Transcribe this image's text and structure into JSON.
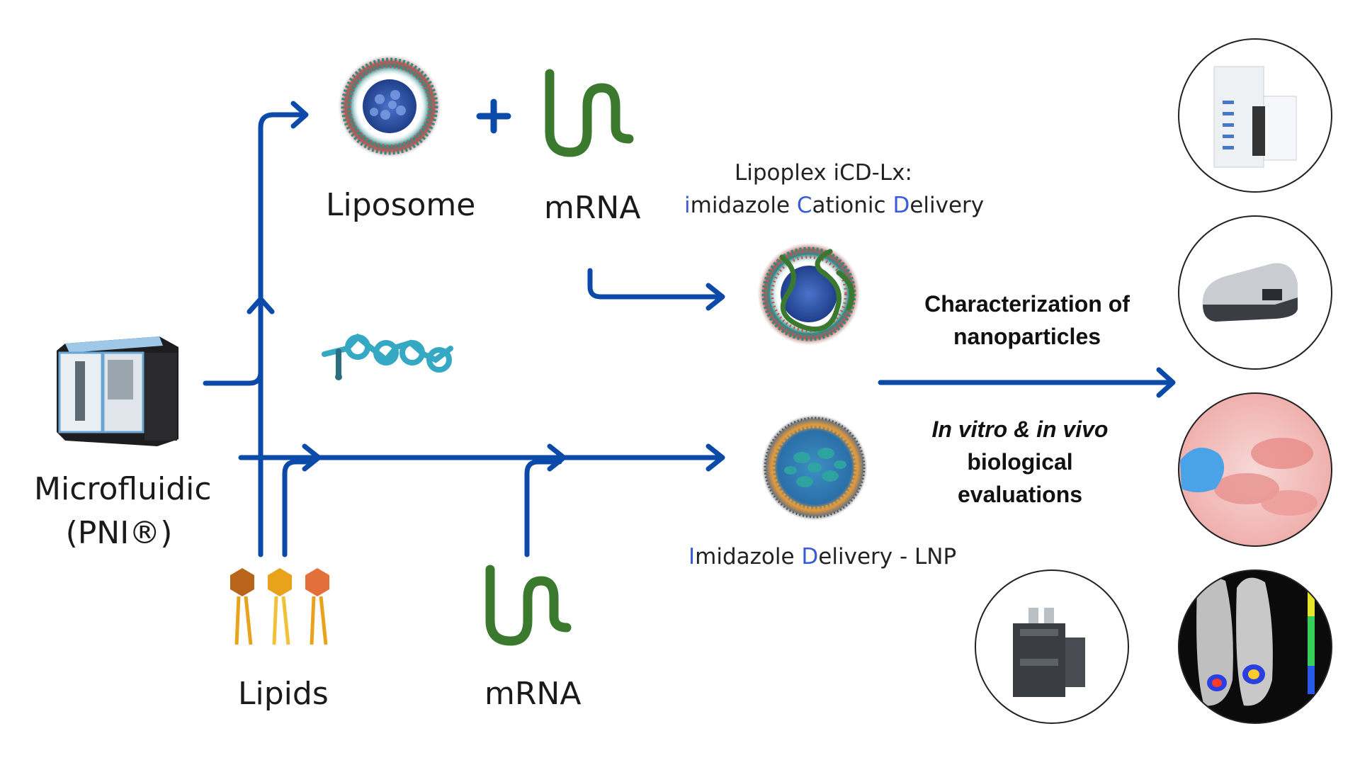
{
  "labels": {
    "liposome": "Liposome",
    "mrna_top": "mRNA",
    "microfluidic_line1": "Microfluidic",
    "microfluidic_line2": "(PNI®)",
    "lipids": "Lipids",
    "mrna_bottom": "mRNA"
  },
  "lipoplex": {
    "title": "Lipoplex iCD-Lx:",
    "sub_parts": [
      "i",
      "midazole ",
      "C",
      "ationic ",
      "D",
      "elivery"
    ]
  },
  "lnp": {
    "parts": [
      "I",
      "midazole ",
      "D",
      "elivery - LNP"
    ]
  },
  "characterization": {
    "line1": "Characterization of",
    "line2": "nanoparticles"
  },
  "evaluation": {
    "line1_a": "In vitro",
    "line1_b": " & ",
    "line1_c": "in vivo",
    "line2": "biological",
    "line3": "evaluations"
  },
  "colors": {
    "arrow": "#0b4aa8",
    "accent": "#3a5bd9",
    "mrna": "#3b7a2e",
    "lipid_heads": [
      "#b8651b",
      "#e8a21c",
      "#e3703a"
    ]
  },
  "icons": [
    "microfluidic-device-icon",
    "liposome-icon",
    "mrna-strand-icon",
    "imidazole-molecule-icon",
    "lipoplex-icon",
    "lnp-icon",
    "lipid-icon",
    "hplc-instrument-icon",
    "particle-analyzer-icon",
    "cell-culture-icon",
    "chromatography-system-icon",
    "in-vivo-imaging-icon"
  ]
}
